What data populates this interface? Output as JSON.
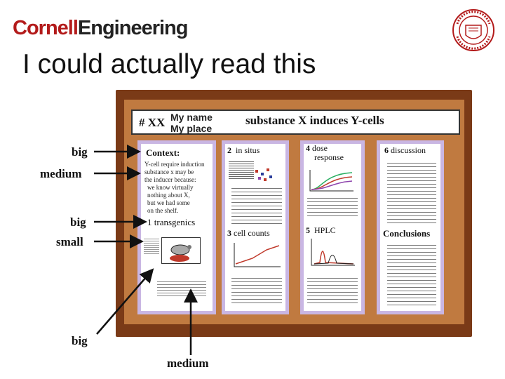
{
  "header": {
    "logo_part1": "Cornell",
    "logo_part2": "Engineering",
    "title": "I could actually read this"
  },
  "poster": {
    "number": "# XX",
    "name_line1": "My name",
    "name_line2": "My place",
    "headline": "substance X induces Y-cells",
    "sections": {
      "context_title": "Context:",
      "context_text": [
        "Y-cell require induction",
        "substance x may be",
        "the inducer because:",
        "we know virtually",
        "nothing about X,",
        "but we had some",
        "on the shelf."
      ],
      "s1_num": "1",
      "s1_title": "transgenics",
      "s2_num": "2",
      "s2_title": "in situs",
      "s3_num": "3",
      "s3_title": "cell counts",
      "s4_num": "4",
      "s4_title_line1": "dose",
      "s4_title_line2": "response",
      "s5_num": "5",
      "s5_title": "HPLC",
      "s6_num": "6",
      "s6_title": "discussion",
      "conclusions": "Conclusions"
    }
  },
  "annotations": {
    "big1": "big",
    "medium1": "medium",
    "big2": "big",
    "small": "small",
    "big3": "big",
    "medium2": "medium"
  },
  "colors": {
    "cornell_red": "#b31b1b",
    "board_frame": "#7a3a17",
    "cork": "#c07a40",
    "column_bg": "#c9b6e3"
  }
}
